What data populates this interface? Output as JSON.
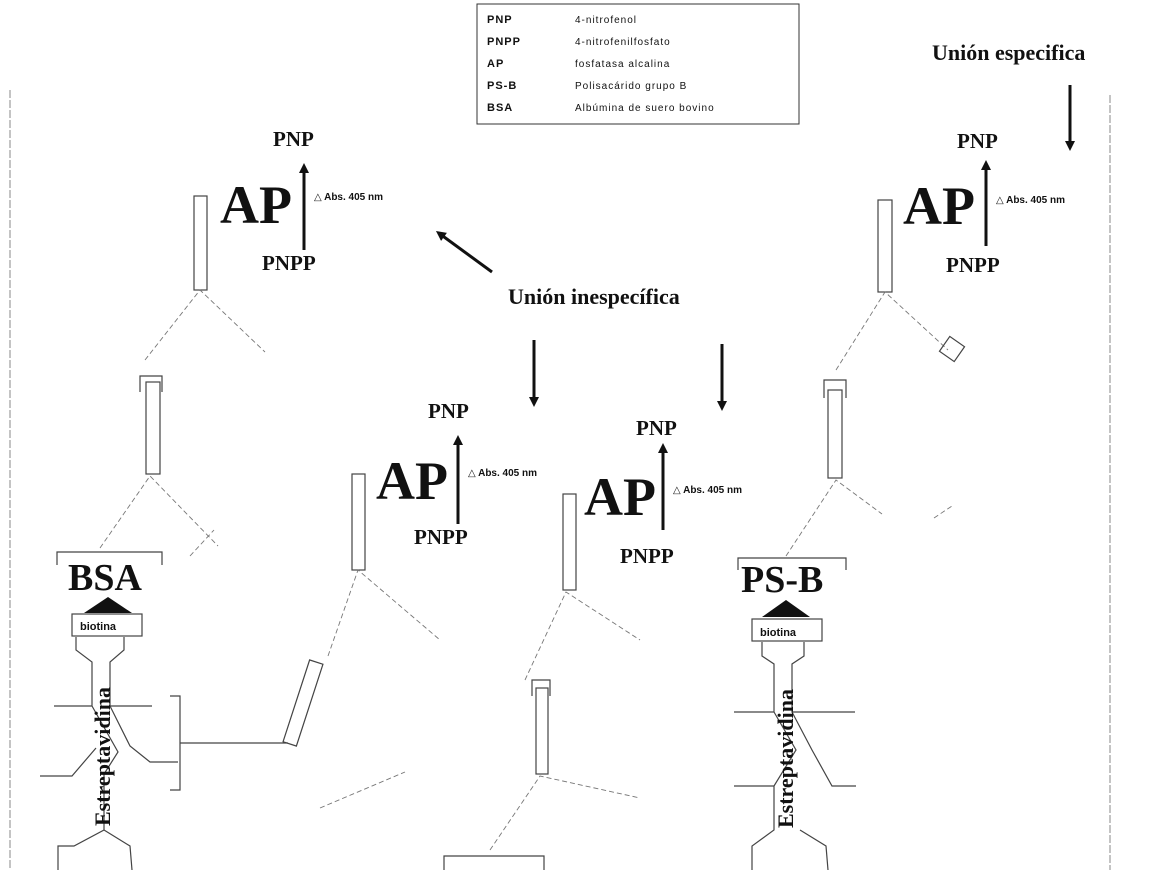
{
  "legend": {
    "items": [
      {
        "abbr": "PNP",
        "desc": "4-nitrofenol"
      },
      {
        "abbr": "PNPP",
        "desc": "4-nitrofenilfosfato"
      },
      {
        "abbr": "AP",
        "desc": "fosfatasa alcalina"
      },
      {
        "abbr": "PS-B",
        "desc": "Polisacárido grupo B"
      },
      {
        "abbr": "BSA",
        "desc": "Albúmina de suero bovino"
      }
    ]
  },
  "labels": {
    "specific_binding": "Unión especifica",
    "nonspecific_binding": "Unión inespecífica",
    "pnp": "PNP",
    "pnpp": "PNPP",
    "ap": "AP",
    "absorbance": "△ Abs. 405 nm",
    "bsa": "BSA",
    "psb": "PS-B",
    "biotin": "biotina",
    "streptavidin": "Estreptavidina"
  }
}
